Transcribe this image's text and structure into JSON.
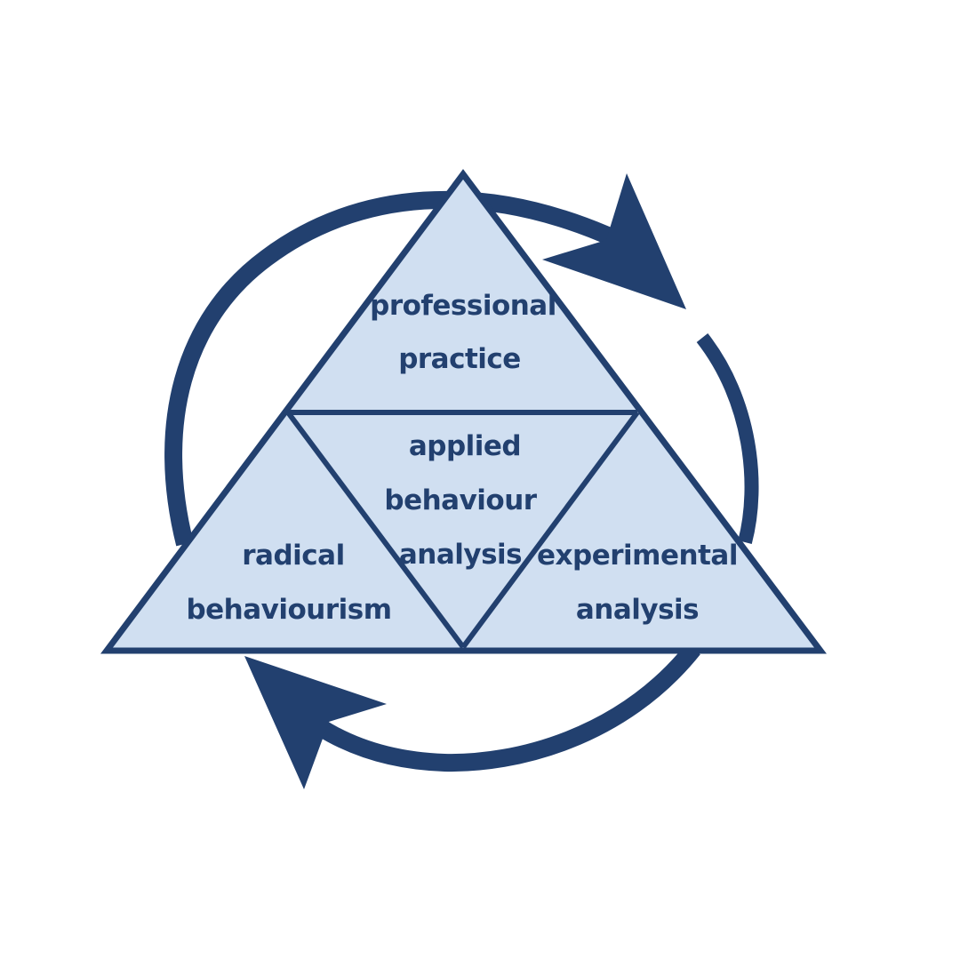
{
  "colors": {
    "stroke": "#22406f",
    "fill": "#d0dff1",
    "background": "#ffffff"
  },
  "sections": {
    "top": {
      "line1": "professional",
      "line2": "practice"
    },
    "center": {
      "line1": "applied",
      "line2": "behaviour",
      "line3": "analysis"
    },
    "left": {
      "line1": "radical",
      "line2": "behaviourism"
    },
    "right": {
      "line1": "experimental",
      "line2": "analysis"
    }
  }
}
